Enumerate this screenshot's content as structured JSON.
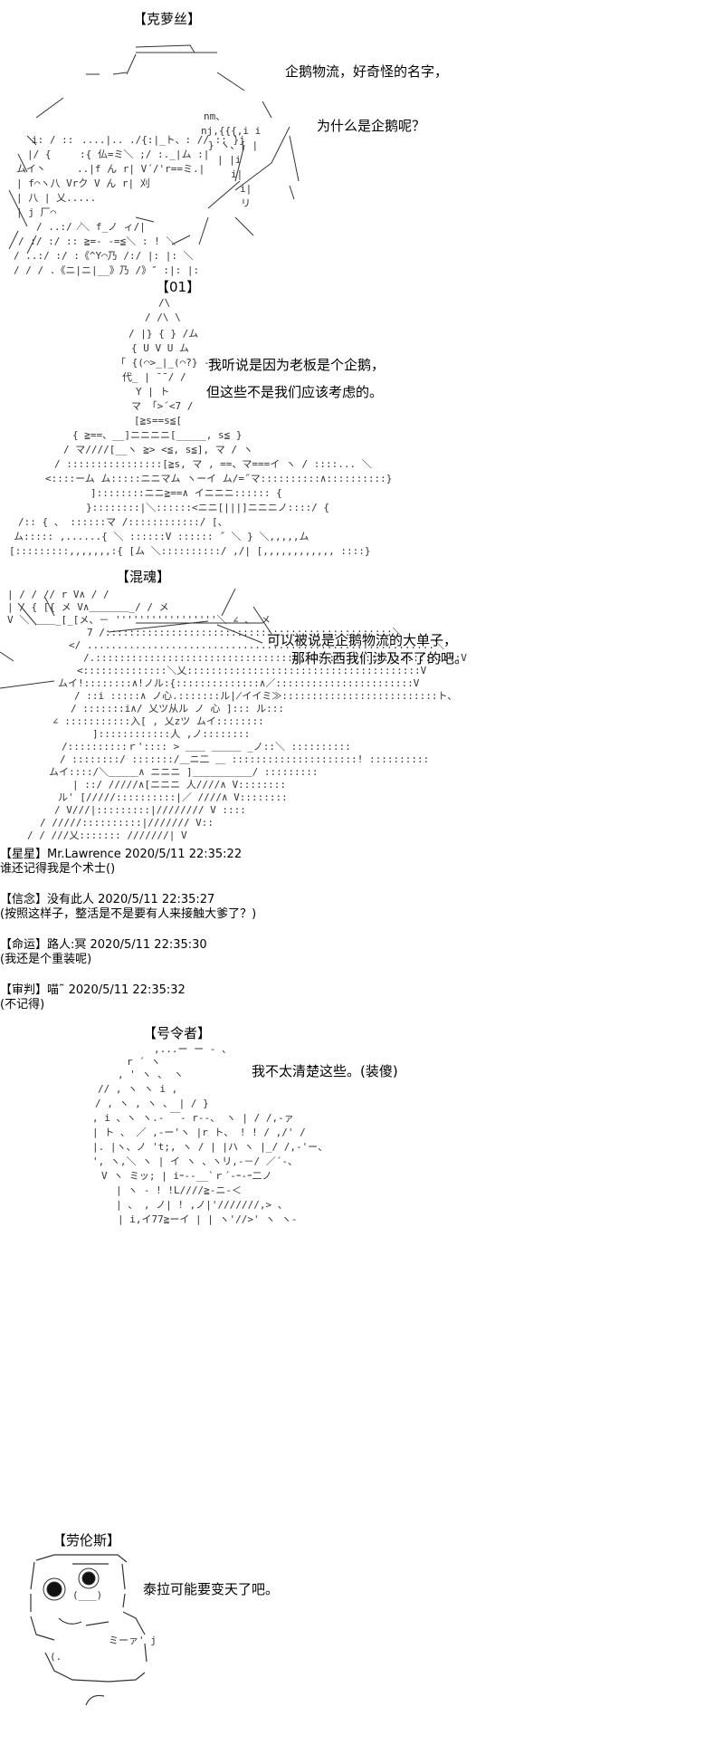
{
  "scene1": {
    "name": "【克萝丝】",
    "line1": "企鹅物流，好奇怪的名字，",
    "line2": "为什么是企鹅呢？"
  },
  "scene2": {
    "name": "【01】",
    "line1": "我听说是因为老板是个企鹅，",
    "line2": "但这些不是我们应该考虑的。"
  },
  "scene3": {
    "name": "【混魂】",
    "line1": "可以被说是企鹅物流的大单子，",
    "line2": "那种东西我们涉及不了的吧。"
  },
  "chat": [
    {
      "header": "【星星】Mr.Lawrence 2020/5/11 22:35:22",
      "body": "谁还记得我是个术士()"
    },
    {
      "header": "【信念】没有此人 2020/5/11 22:35:27",
      "body": "(按照这样子，整活是不是要有人来接触大爹了？)"
    },
    {
      "header": "【命运】路人:冥 2020/5/11 22:35:30",
      "body": "(我还是个重装呢)"
    },
    {
      "header": "【审判】喵˜ 2020/5/11 22:35:32",
      "body": "(不记得)"
    }
  ],
  "scene4": {
    "name": "【号令者】",
    "line1": "我不太清楚这些。(装傻)"
  },
  "scene5": {
    "name": "【劳伦斯】",
    "line1": "泰拉可能要变天了吧。"
  }
}
